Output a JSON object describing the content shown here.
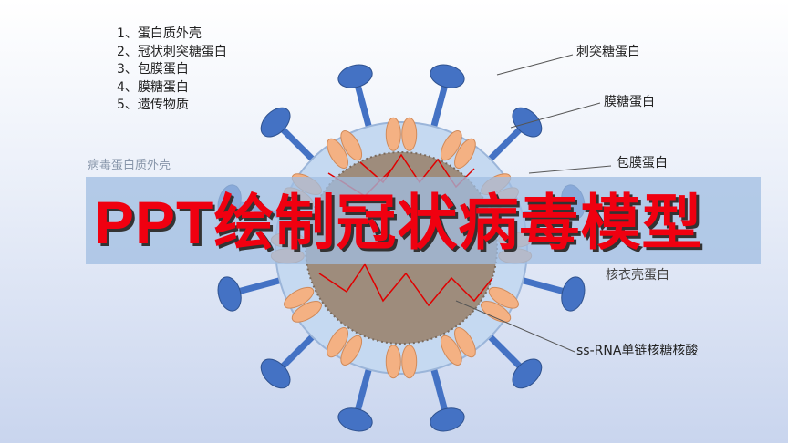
{
  "legend": [
    "1、蛋白质外壳",
    "2、冠状刺突糖蛋白",
    "3、包膜蛋白",
    "4、膜糖蛋白",
    "5、遗传物质"
  ],
  "labels": {
    "spike": "刺突糖蛋白",
    "membrane": "膜糖蛋白",
    "envelope": "包膜蛋白",
    "capsid": "病毒蛋白质外壳",
    "nucleocapsid": "核衣壳蛋白",
    "rna": "ss-RNA单链核糖核酸"
  },
  "title": "PPT绘制冠状病毒模型",
  "colors": {
    "spike": "#4472c4",
    "membrane_protein": "#f4b183",
    "core": "#a08f80",
    "rna": "#e00000",
    "envelope": "#c5d9f1",
    "title": "#f00010"
  }
}
